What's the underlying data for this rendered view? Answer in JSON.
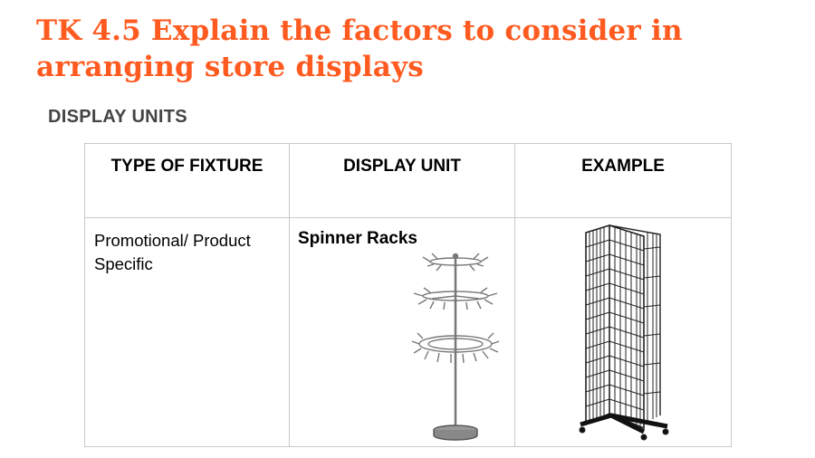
{
  "slide": {
    "title": "TK 4.5 Explain the factors to consider in arranging store displays",
    "subtitle": "DISPLAY UNITS"
  },
  "table": {
    "headers": [
      "TYPE OF FIXTURE",
      "DISPLAY UNIT",
      "EXAMPLE"
    ],
    "rows": [
      {
        "type_of_fixture": "Promotional/ Product Specific",
        "display_unit": "Spinner Racks",
        "unit_image": "spinner-rack-image",
        "example_image": "gridwall-tower-image"
      }
    ]
  },
  "colors": {
    "title": "#ff5a1f",
    "subtitle": "#444444",
    "border": "#c9c9c9"
  }
}
